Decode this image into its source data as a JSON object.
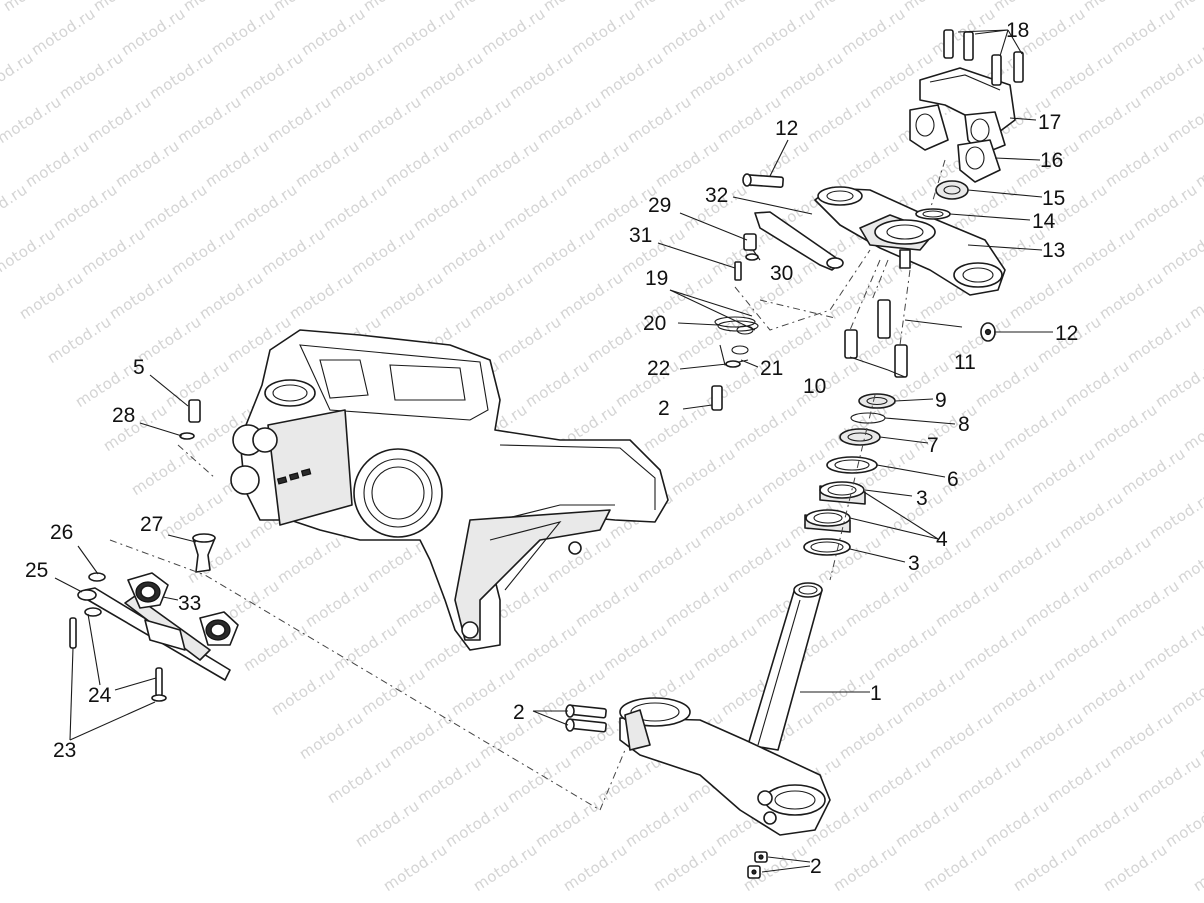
{
  "watermark": "motod.ru",
  "diagram": {
    "part_numbers": [
      "1",
      "2",
      "3",
      "4",
      "5",
      "6",
      "7",
      "8",
      "9",
      "10",
      "11",
      "12",
      "13",
      "14",
      "15",
      "16",
      "17",
      "18",
      "19",
      "20",
      "21",
      "22",
      "23",
      "24",
      "25",
      "26",
      "27",
      "28",
      "29",
      "30",
      "31",
      "32",
      "33"
    ]
  }
}
